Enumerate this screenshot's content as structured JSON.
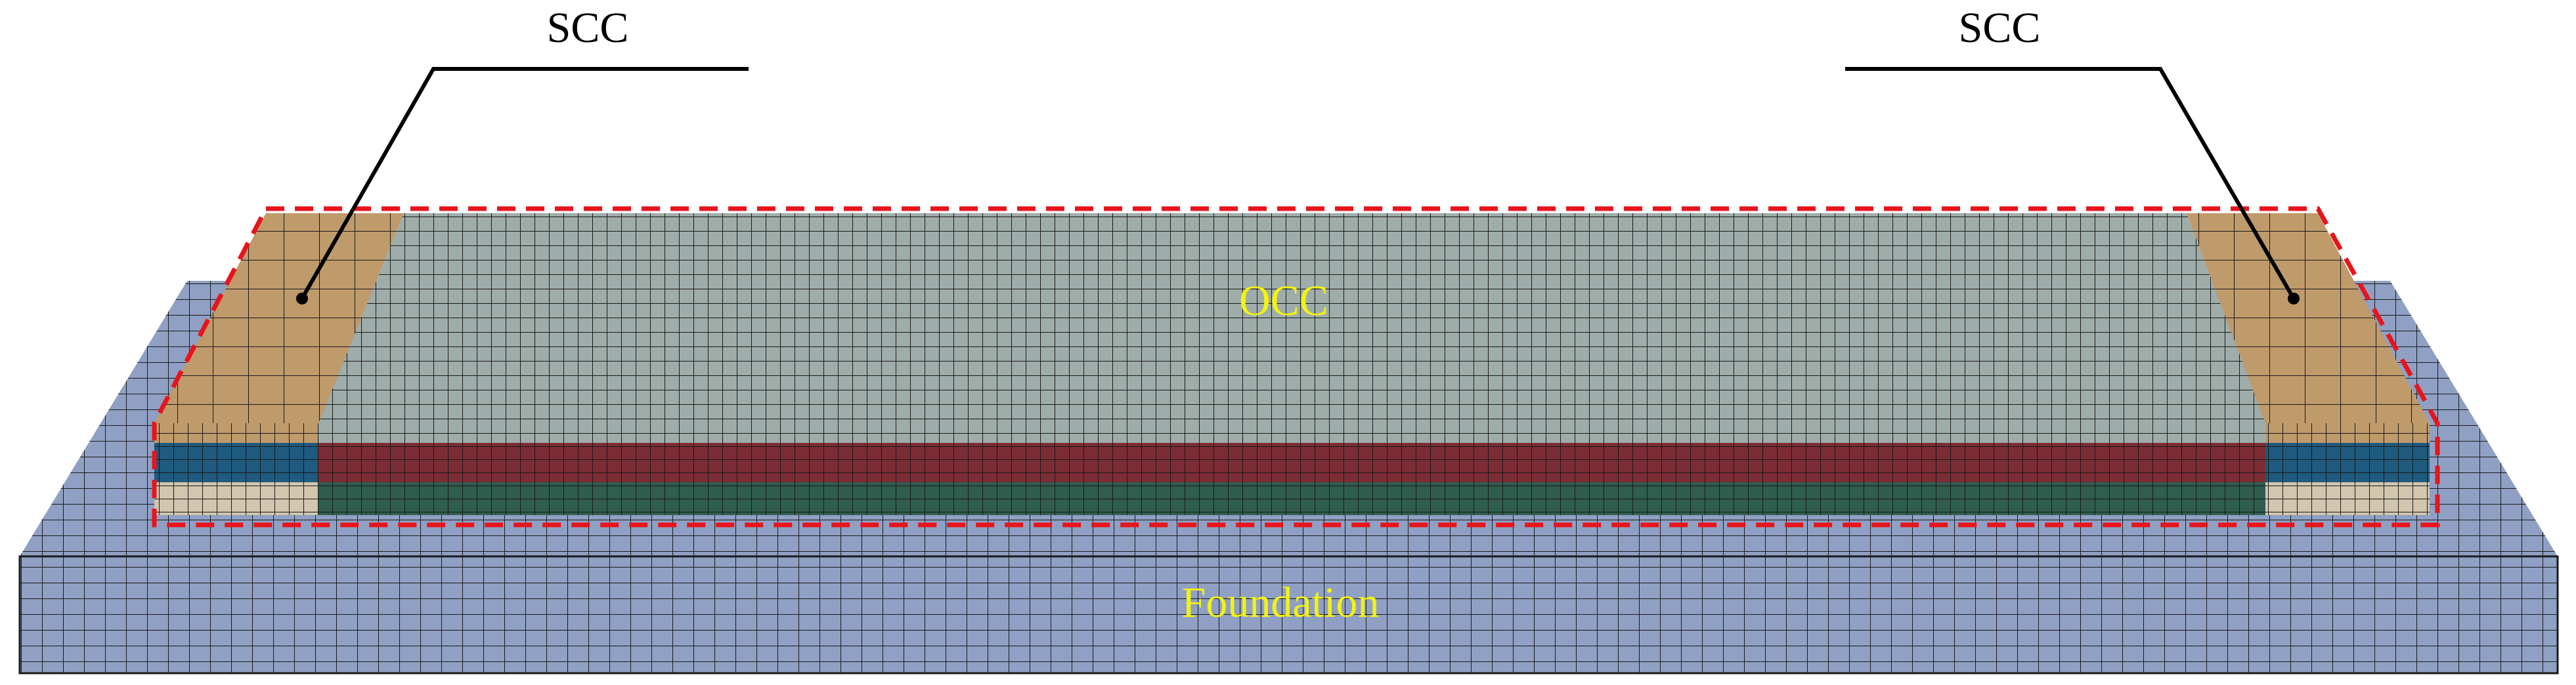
{
  "labels": {
    "scc_left": "SCC",
    "scc_right": "SCC",
    "occ": "OCC",
    "foundation": "Foundation"
  },
  "colors": {
    "foundation": "#8fa0c4",
    "occ_top": "#9fadaa",
    "occ_layer_red": "#7c2c34",
    "occ_layer_green": "#2f5d4e",
    "scc_top": "#bf9a6b",
    "scc_layer_blue": "#1f5a7f",
    "scc_layer_cream": "#d2c6ae",
    "mesh_line": "#1a1a1a",
    "boundary_dash": "#e8141c",
    "label_yellow": "#f3f30e",
    "label_black": "#000000"
  }
}
